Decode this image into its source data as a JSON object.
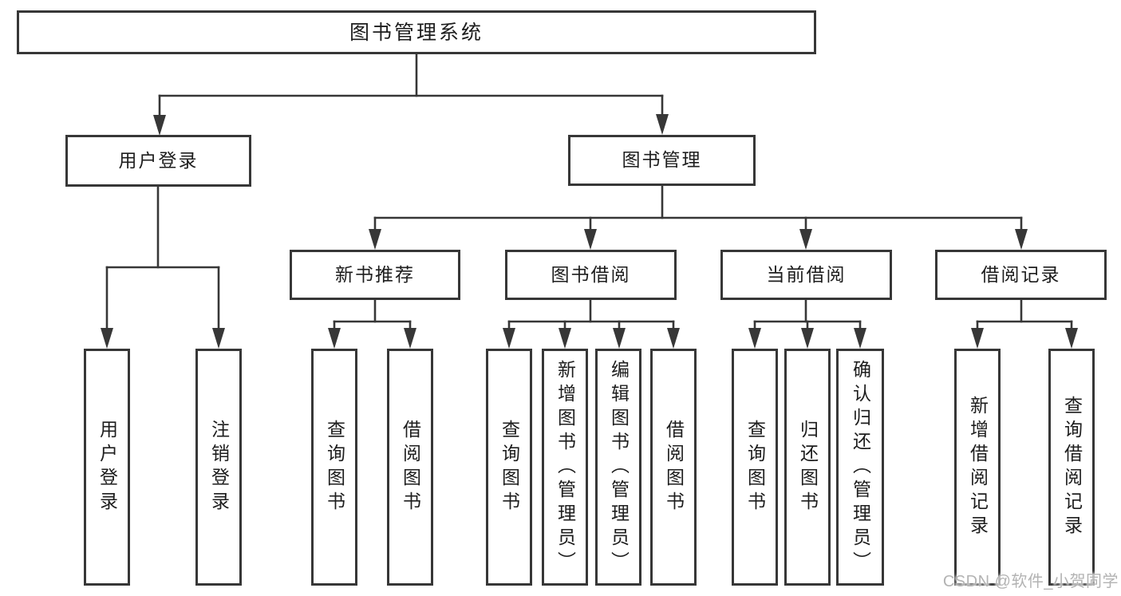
{
  "diagram": {
    "colors": {
      "line": "#373737",
      "text": "#1d1d1d",
      "background": "#ffffff",
      "watermark": "#b3b3b3"
    },
    "watermark": {
      "text": "CSDN @软件_小贺同学"
    }
  },
  "tree": {
    "root": {
      "label": "图书管理系统",
      "children": [
        {
          "label": "用户登录",
          "children": [
            {
              "label": "用户登录"
            },
            {
              "label": "注销登录"
            }
          ]
        },
        {
          "label": "图书管理",
          "children": [
            {
              "label": "新书推荐",
              "children": [
                {
                  "label": "查询图书"
                },
                {
                  "label": "借阅图书"
                }
              ]
            },
            {
              "label": "图书借阅",
              "children": [
                {
                  "label": "查询图书"
                },
                {
                  "label": "新增图书（管理员）"
                },
                {
                  "label": "编辑图书（管理员）"
                },
                {
                  "label": "借阅图书"
                }
              ]
            },
            {
              "label": "当前借阅",
              "children": [
                {
                  "label": "查询图书"
                },
                {
                  "label": "归还图书"
                },
                {
                  "label": "确认归还（管理员）"
                }
              ]
            },
            {
              "label": "借阅记录",
              "children": [
                {
                  "label": "新增借阅记录"
                },
                {
                  "label": "查询借阅记录"
                }
              ]
            }
          ]
        }
      ]
    }
  }
}
